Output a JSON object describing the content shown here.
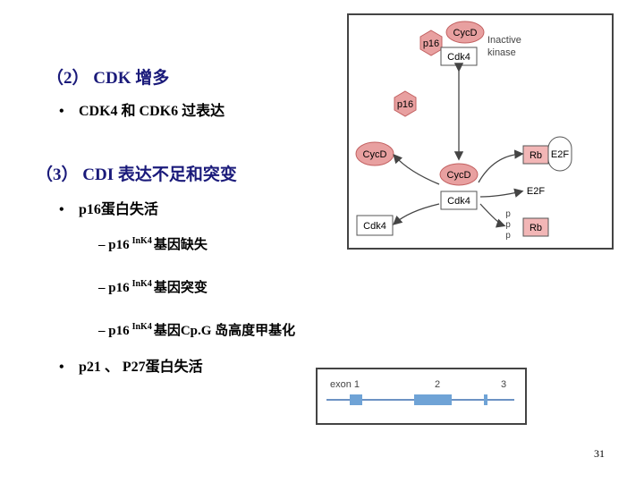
{
  "left": {
    "heading1": "（2） CDK 增多",
    "bullet1_mark": "•",
    "bullet1": "CDK4 和 CDK6 过表达",
    "heading2": "（3） CDI 表达不足和突变",
    "bullet2_mark": "•",
    "bullet2": "p16蛋白失活",
    "sub1_dash": "–",
    "sub1_pre": "p16",
    "sub1_sup": "InK4",
    "sub1_post": "基因缺失",
    "sub2_dash": "–",
    "sub2_pre": "p16",
    "sub2_sup": "InK4",
    "sub2_post": "基因突变",
    "sub3_dash": "–",
    "sub3_pre": "p16",
    "sub3_sup": "InK4",
    "sub3_post": "基因Cp.G 岛高度甲基化",
    "bullet3_mark": "•",
    "bullet3": "p21 、 P27蛋白失活"
  },
  "diagram": {
    "cycd_top": "CycD",
    "p16_top": "p16",
    "cdk4_top": "Cdk4",
    "inactive_line1": "Inactive",
    "inactive_line2": "kinase",
    "p16_middle": "p16",
    "cycd_left": "CycD",
    "rb_top": "Rb",
    "e2f_top": "E2F",
    "cycd_center": "CycD",
    "cdk4_center": "Cdk4",
    "e2f_released": "E2F",
    "cdk4_left": "Cdk4",
    "p1": "p",
    "p2": "p",
    "p3": "p",
    "rb_phos": "Rb",
    "colors": {
      "pink": "#e8a0a0",
      "pink_stroke": "#c26060",
      "rb_fill": "#f2b6b6",
      "box_stroke": "#555555",
      "frame": "#444444"
    }
  },
  "exon": {
    "label1": "exon 1",
    "label2": "2",
    "label3": "3",
    "colors": {
      "bar": "#6fa3d6",
      "line": "#3b6fb0"
    }
  },
  "page_number": "31"
}
